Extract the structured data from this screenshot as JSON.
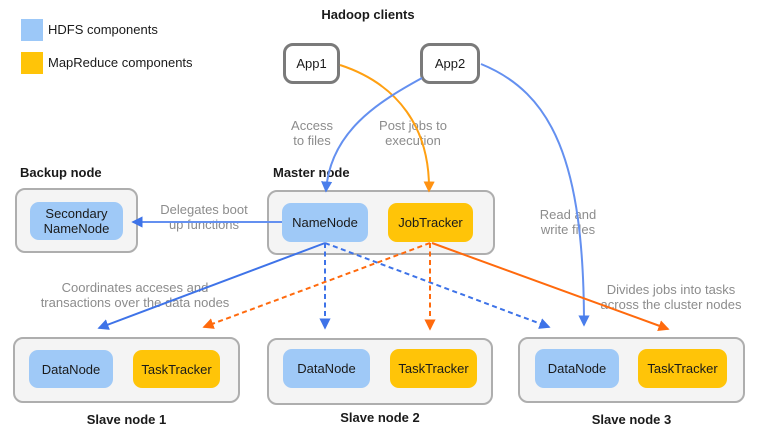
{
  "colors": {
    "hdfs_fill": "#9fc9f7",
    "mapreduce_fill": "#ffc408",
    "blue_line": "#3e73e8",
    "blue_curve": "#6490f0",
    "orange_line": "#ff6a0d",
    "orange_curve": "#ffa012",
    "frame_fill": "#f4f4f4",
    "frame_border": "#aeaeae",
    "label_gray": "#8c8c8c"
  },
  "legend": {
    "items": [
      {
        "label": "HDFS components"
      },
      {
        "label": "MapReduce components"
      }
    ]
  },
  "clients": {
    "title": "Hadoop clients",
    "apps": [
      {
        "label": "App1"
      },
      {
        "label": "App2"
      }
    ]
  },
  "backup": {
    "title": "Backup node",
    "component": "Secondary\nNameNode"
  },
  "master": {
    "title": "Master node",
    "namenode": "NameNode",
    "jobtracker": "JobTracker"
  },
  "slaves": [
    {
      "title": "Slave node 1",
      "datanode": "DataNode",
      "tasktracker": "TaskTracker"
    },
    {
      "title": "Slave node 2",
      "datanode": "DataNode",
      "tasktracker": "TaskTracker"
    },
    {
      "title": "Slave node 3",
      "datanode": "DataNode",
      "tasktracker": "TaskTracker"
    }
  ],
  "edge_labels": {
    "access": "Access\nto files",
    "post_jobs": "Post jobs to\nexecution",
    "delegates": "Delegates boot\nup functions",
    "read_write": "Read and\nwrite files",
    "coordinates": "Coordinates acceses and\ntransactions over the data nodes",
    "divides": "Divides jobs into tasks\nacross the cluster nodes"
  }
}
